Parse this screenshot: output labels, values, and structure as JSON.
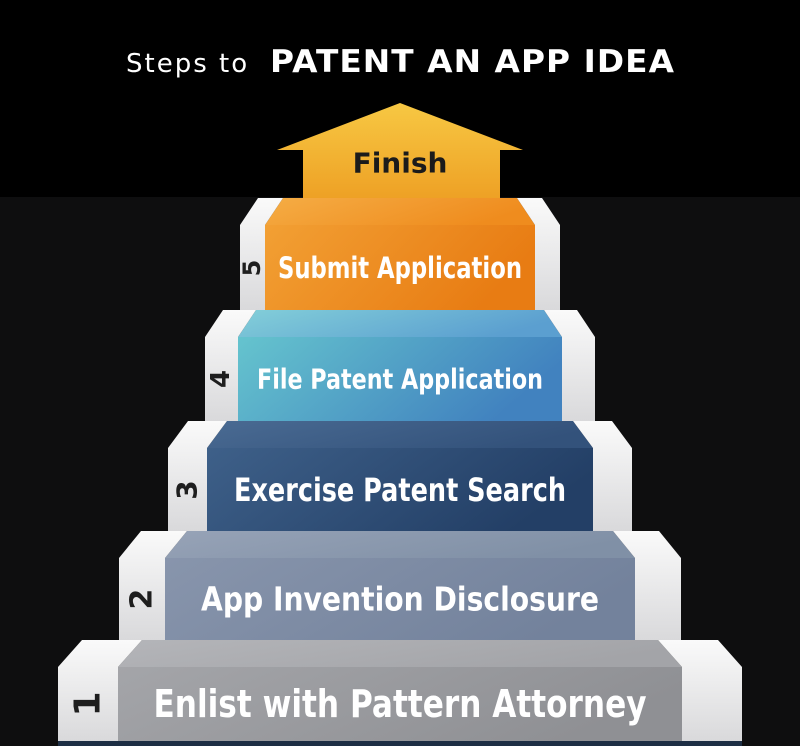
{
  "header": {
    "title_light": "Steps to",
    "title_bold": "PATENT AN APP IDEA",
    "text_color": "#ffffff",
    "background": "#000000"
  },
  "background": "#0e0e0f",
  "finish_arrow": {
    "label": "Finish",
    "color_top": "#f7c843",
    "color_bottom": "#eea125",
    "text_color": "#1b1b1b"
  },
  "side_panel": {
    "color_top": "#fafafa",
    "color_bottom": "#d9d9db",
    "number_color": "#1e1e1e"
  },
  "label_color": "#ffffff",
  "base_strip_color": "#1d2e44",
  "steps": [
    {
      "number": "5",
      "label": "Submit Application",
      "face_from": "#f2a034",
      "face_to": "#e87c13",
      "tread_from": "#f5ad45",
      "tread_to": "#ef8c1e"
    },
    {
      "number": "4",
      "label": "File Patent Application",
      "face_from": "#65c4ce",
      "face_to": "#4182bf",
      "tread_from": "#83cfd9",
      "tread_to": "#5b9fd0"
    },
    {
      "number": "3",
      "label": "Exercise Patent Search",
      "face_from": "#3e6089",
      "face_to": "#233f66",
      "tread_from": "#4a6b93",
      "tread_to": "#33527b"
    },
    {
      "number": "2",
      "label": "App Invention Disclosure",
      "face_from": "#8895ac",
      "face_to": "#73829c",
      "tread_from": "#97a3b7",
      "tread_to": "#8090a6"
    },
    {
      "number": "1",
      "label": "Enlist with Pattern Attorney",
      "face_from": "#a4a5a9",
      "face_to": "#8f9094",
      "tread_from": "#b4b5b9",
      "tread_to": "#a3a4a8"
    }
  ]
}
